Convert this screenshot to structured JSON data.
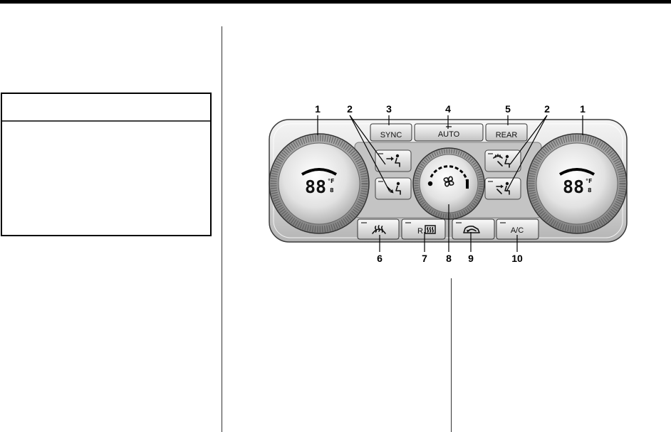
{
  "diagram": {
    "callouts_top": [
      "1",
      "2",
      "3",
      "4",
      "5",
      "2",
      "1"
    ],
    "callouts_bottom": [
      "6",
      "7",
      "8",
      "9",
      "10"
    ],
    "buttons": {
      "sync": "SYNC",
      "auto": "AUTO",
      "rear": "REAR",
      "rear_defrost_prefix": "R",
      "ac": "A/C"
    },
    "left_display": {
      "digits": "88",
      "unit": "°F",
      "sub": "8"
    },
    "right_display": {
      "digits": "88",
      "unit": "°F",
      "sub": "8"
    },
    "icons": {
      "left_upper_vent": "vent-face-icon",
      "left_lower_vent": "vent-floor-icon",
      "right_upper_vent": "vent-defrost-floor-icon",
      "right_lower_vent": "vent-face-floor-icon",
      "center_knob": "fan-icon",
      "front_defrost": "front-defrost-icon",
      "rear_defrost": "rear-defrost-icon",
      "recirculation": "recirculation-icon"
    }
  },
  "colors": {
    "ink": "#000000",
    "panel_light": "#f2f2f2",
    "panel_dark": "#b8b8b8"
  }
}
